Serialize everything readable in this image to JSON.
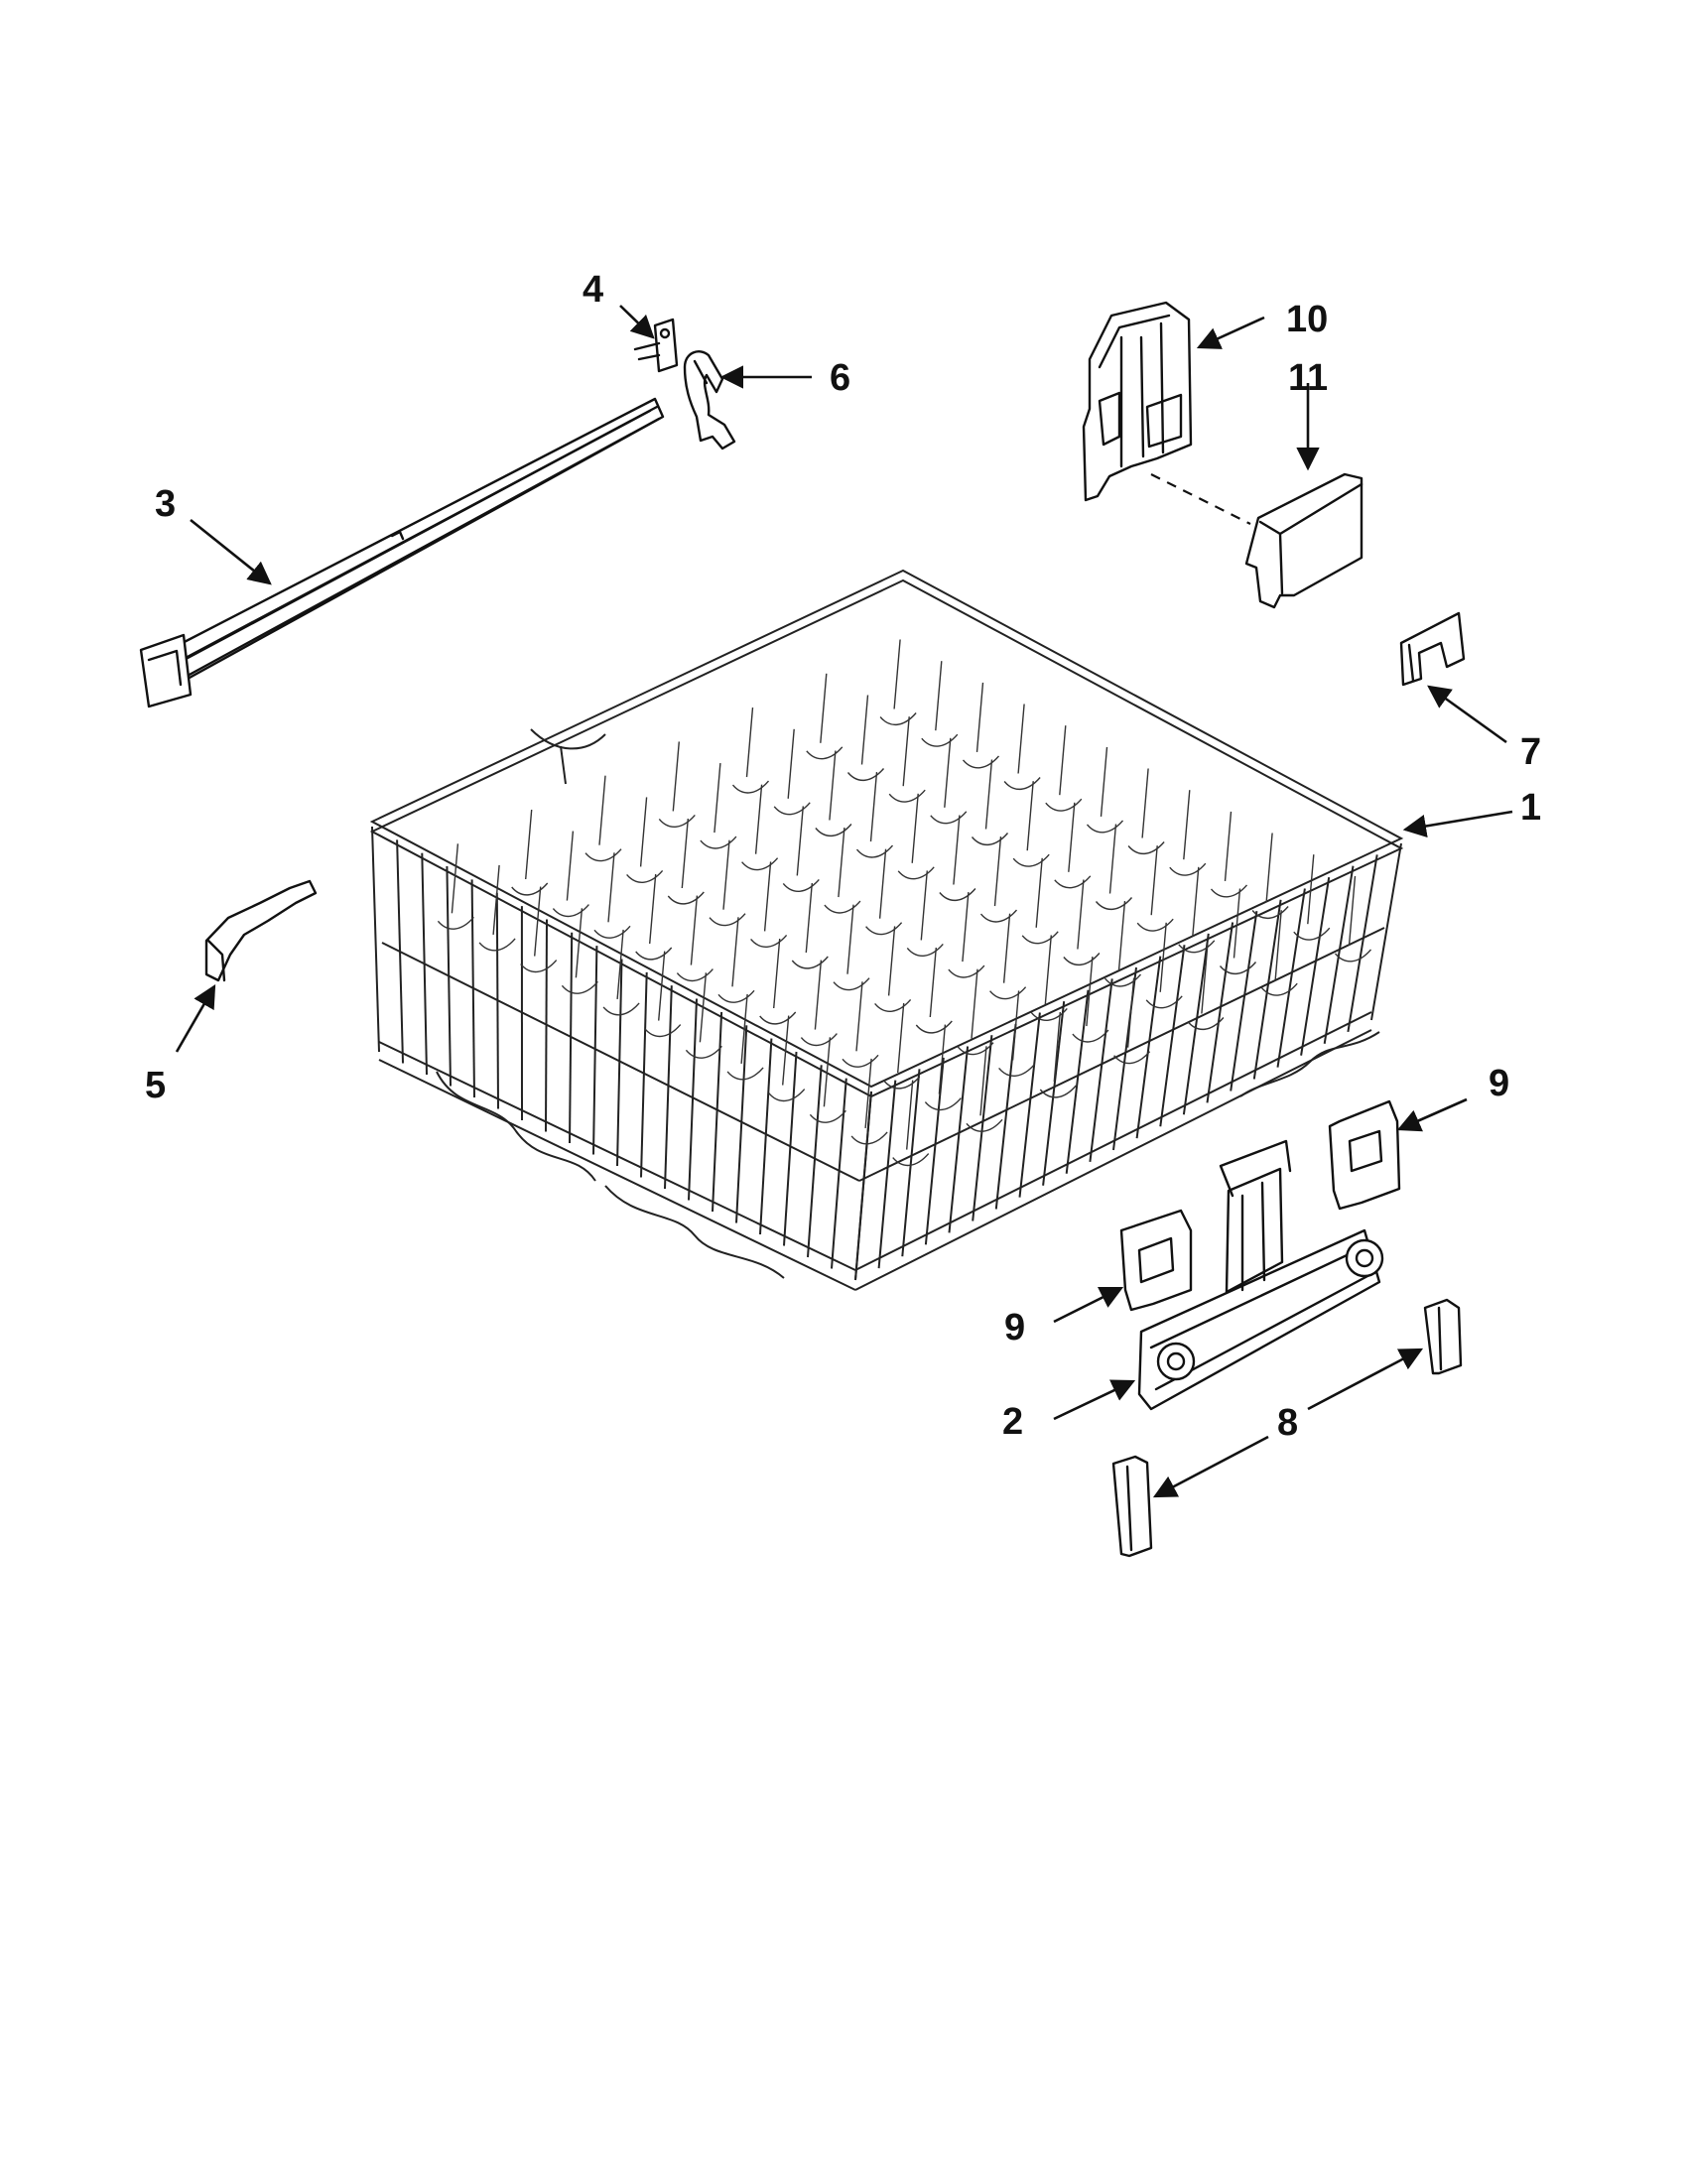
{
  "callouts": {
    "c1": "1",
    "c2": "2",
    "c3": "3",
    "c4": "4",
    "c5": "5",
    "c6": "6",
    "c7": "7",
    "c8": "8",
    "c9a": "9",
    "c9b": "9",
    "c10": "10",
    "c11": "11"
  },
  "line_color": "#111111",
  "background_color": "#ffffff"
}
